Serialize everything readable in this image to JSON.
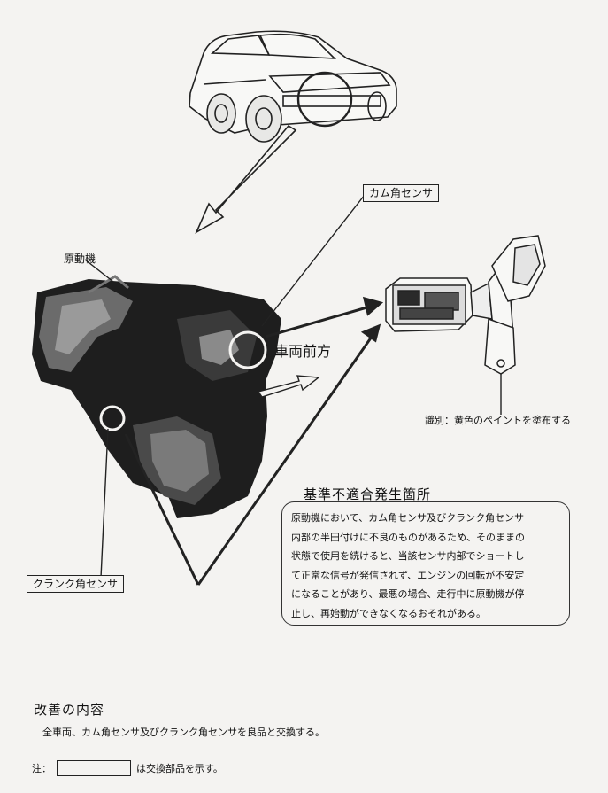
{
  "labels": {
    "cam_sensor": "カム角センサ",
    "crank_sensor": "クランク角センサ",
    "engine": "原動機",
    "vehicle_front": "車両前方",
    "identification": "識別：黄色のペイントを塗布する"
  },
  "defect": {
    "title": "基準不適合発生箇所",
    "lines": [
      "原動機において、カム角センサ及びクランク角センサ",
      "内部の半田付けに不良のものがあるため、そのままの",
      "状態で使用を続けると、当該センサ内部でショートし",
      "て正常な信号が発信されず、エンジンの回転が不安定",
      "になることがあり、最悪の場合、走行中に原動機が停",
      "止し、再始動ができなくなるおそれがある。"
    ]
  },
  "remedy": {
    "title": "改善の内容",
    "body": "全車両、カム角センサ及びクランク角センサを良品と交換する。"
  },
  "note": {
    "prefix": "注：",
    "suffix": "は交換部品を示す。"
  }
}
